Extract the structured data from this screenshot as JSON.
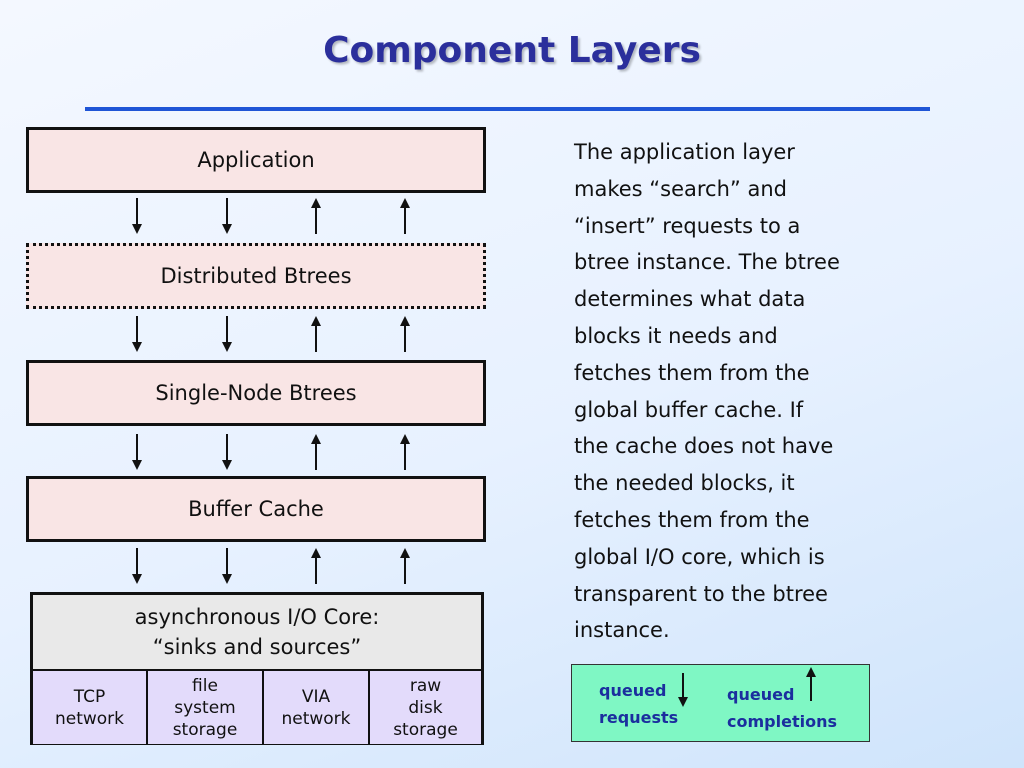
{
  "title": "Component Layers",
  "layers": [
    {
      "label": "Application"
    },
    {
      "label": "Distributed Btrees"
    },
    {
      "label": "Single-Node Btrees"
    },
    {
      "label": "Buffer Cache"
    }
  ],
  "core": {
    "line1": "asynchronous I/O Core:",
    "line2": "“sinks and sources”",
    "cells": [
      {
        "line1": "TCP",
        "line2": "network",
        "line3": ""
      },
      {
        "line1": "file",
        "line2": "system",
        "line3": "storage"
      },
      {
        "line1": "VIA",
        "line2": "network",
        "line3": ""
      },
      {
        "line1": "raw",
        "line2": "disk",
        "line3": "storage"
      }
    ]
  },
  "description": {
    "lines": [
      "The application layer",
      "makes “search” and",
      "“insert” requests to a",
      "btree instance. The btree",
      "determines what data",
      "blocks it needs and",
      "fetches them from the",
      "global buffer cache. If",
      "the cache does not have",
      "the needed blocks, it",
      "fetches them from the",
      "global I/O core, which is",
      "transparent to the btree",
      "instance."
    ]
  },
  "legend": {
    "requests_line1": "queued",
    "requests_line2": "requests",
    "completions_line1": "queued",
    "completions_line2": "completions"
  },
  "colors": {
    "title": "#2b2f9c",
    "rule": "#1f55d6",
    "layer_fill": "#f9e5e5",
    "core_head_fill": "#e9e9e9",
    "core_cell_fill": "#e3dbfb",
    "legend_fill": "#7ff7c4",
    "legend_text": "#1b2e9e"
  },
  "icons": [
    "down-arrow-icon",
    "up-arrow-icon"
  ]
}
